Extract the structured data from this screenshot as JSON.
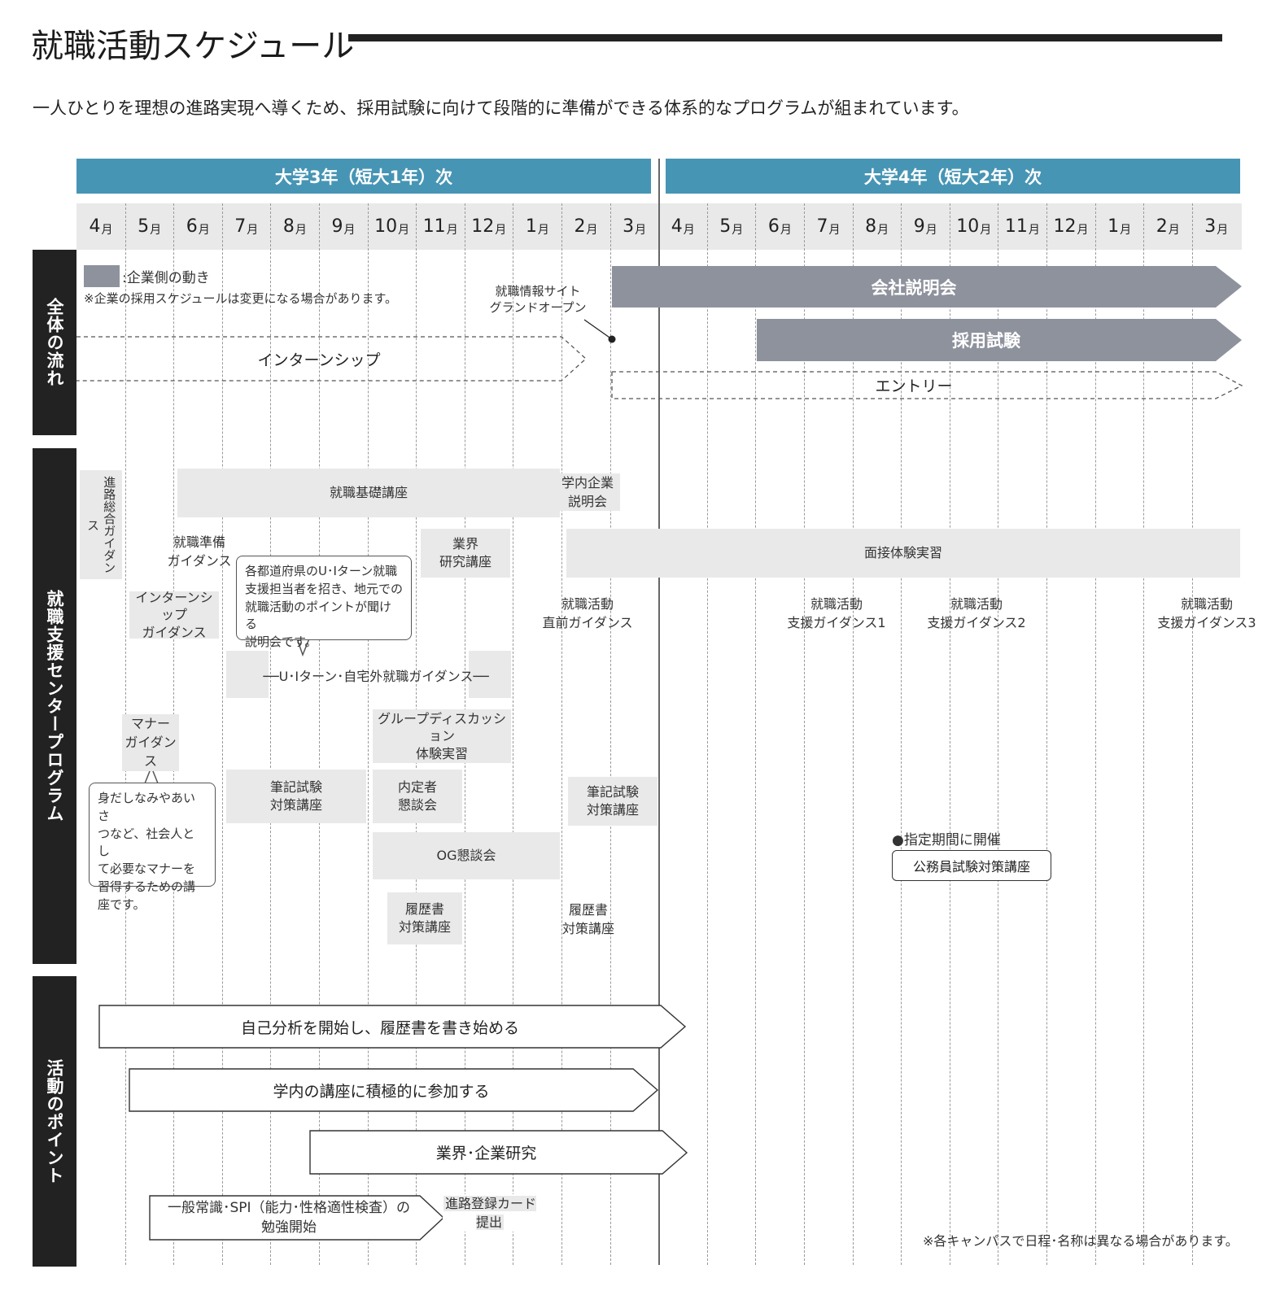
{
  "title": "就職活動スケジュール",
  "subtitle": "一人ひとりを理想の進路実現へ導くため、採用試験に向けて段階的に準備ができる体系的なプログラムが組まれています。",
  "years": [
    "大学3年（短大1年）次",
    "大学4年（短大2年）次"
  ],
  "months": [
    "4",
    "5",
    "6",
    "7",
    "8",
    "9",
    "10",
    "11",
    "12",
    "1",
    "2",
    "3",
    "4",
    "5",
    "6",
    "7",
    "8",
    "9",
    "10",
    "11",
    "12",
    "1",
    "2",
    "3"
  ],
  "month_unit": "月",
  "sections": [
    "全体の流れ",
    "就職支援センタープログラム",
    "活動のポイント"
  ],
  "legend": {
    "label": ":企業側の動き",
    "note": "※企業の採用スケジュールは変更になる場合があります。"
  },
  "overall": {
    "site_open": "就職情報サイト\nグランドオープン",
    "company_info": "会社説明会",
    "recruit_exam": "採用試験",
    "internship": "インターンシップ",
    "entry": "エントリー"
  },
  "programs": {
    "career_guidance": "進路総合ガイダンス",
    "basic_course": "就職基礎講座",
    "campus_company": "学内企業\n説明会",
    "prep_guidance": "就職準備\nガイダンス",
    "industry_course": "業界\n研究講座",
    "interview_practice": "面接体験実習",
    "intern_guidance": "インターンシップ\nガイダンス",
    "just_before": "就職活動\n直前ガイダンス",
    "support1": "就職活動\n支援ガイダンス1",
    "support2": "就職活動\n支援ガイダンス2",
    "support3": "就職活動\n支援ガイダンス3",
    "ui_callout": "各都道府県のU･Iターン就職\n支援担当者を招き、地元での\n就職活動のポイントが聞ける\n説明会です。",
    "ui_guidance": "──U･Iターン･自宅外就職ガイダンス──",
    "manner_guidance": "マナー\nガイダンス",
    "group_discussion": "グループディスカッション\n体験実習",
    "manner_callout": "身だしなみやあいさ\nつなど、社会人とし\nて必要なマナーを\n習得するための講\n座です。",
    "written1": "筆記試験\n対策講座",
    "naitei": "内定者\n懇談会",
    "written2": "筆記試験\n対策講座",
    "designated": "●指定期間に開催",
    "civil_service": "公務員試験対策講座",
    "og": "OG懇談会",
    "resume1": "履歴書\n対策講座",
    "resume2": "履歴書\n対策講座"
  },
  "points": {
    "self_analysis": "自己分析を開始し、履歴書を書き始める",
    "join_courses": "学内の講座に積極的に参加する",
    "industry_research": "業界･企業研究",
    "spi_study": "一般常識･SPI（能力･性格適性検査）の\n勉強開始",
    "career_card": "進路登録カード\n提出"
  },
  "footnote": "※各キャンパスで日程･名称は異なる場合があります。",
  "colors": {
    "year_bar": "#4795b4",
    "company": "#8e929d",
    "gray_box": "#e9e9ea",
    "sidebar": "#222222"
  }
}
